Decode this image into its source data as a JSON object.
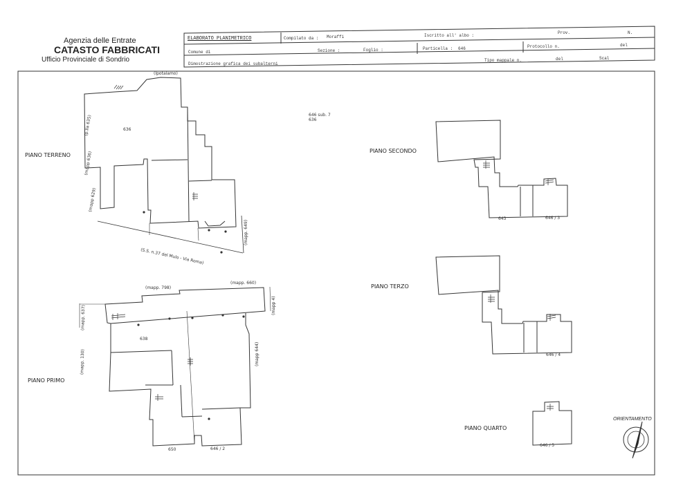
{
  "header": {
    "agency": "Agenzia delle Entrate",
    "catasto": "CATASTO FABBRICATI",
    "office": "Ufficio Provinciale di Sondrio"
  },
  "form": {
    "elaborato": "ELABORATO PLANIMETRICO",
    "compilato_label": "Compilato da :",
    "compilato_value": "Moraffi",
    "iscritto_label": "Iscritto all' albo :",
    "prov_label": "Prov.",
    "n_label": "N.",
    "comune_label": "Comune di",
    "sezione_label": "Sezione :",
    "foglio_label": "Foglio :",
    "particella_label": "Particella :",
    "particella_value": "646",
    "protocollo_label": "Protocollo n.",
    "del_label": "del",
    "dimostrazione": "Dimostrazione grafica dei subalterni",
    "tipo_mappale_label": "Tipo mappale n.",
    "del2_label": "del",
    "scala_label": "Scal"
  },
  "floors": {
    "terreno": "PIANO TERRENO",
    "primo": "PIANO PRIMO",
    "secondo": "PIANO SECONDO",
    "terzo": "PIANO TERZO",
    "quarto": "PIANO QUARTO"
  },
  "legend": {
    "line1": "646 sub. 7",
    "line2": "636"
  },
  "annotations": {
    "terreno_top": "(Ipotalamo)",
    "terreno_road": "(S.S. n.37 del Mulo - Via Roma)",
    "terreno_mapp": "(mapp. 649)",
    "terreno_left1": "(p.lla 635)",
    "terreno_left2": "(mapp 636)",
    "terreno_left3": "(mapp 629)",
    "terreno_id": "636",
    "primo_mapp1": "(mapp. 798)",
    "primo_mapp2": "(mapp. 660)",
    "primo_mapp3": "(mapp. 637)",
    "primo_mapp4": "(mapp. 130)",
    "primo_mapp5": "(mapp 644)",
    "primo_mapp6": "(mapp 4)",
    "primo_id": "638",
    "primo_sub": "646 / 2",
    "primo_sub2": "650",
    "secondo_sub": "646 / 3",
    "secondo_a": "643",
    "terzo_sub": "646 / 4",
    "quarto_sub": "646 / 5",
    "orientamento": "ORIENTAMENTO"
  }
}
